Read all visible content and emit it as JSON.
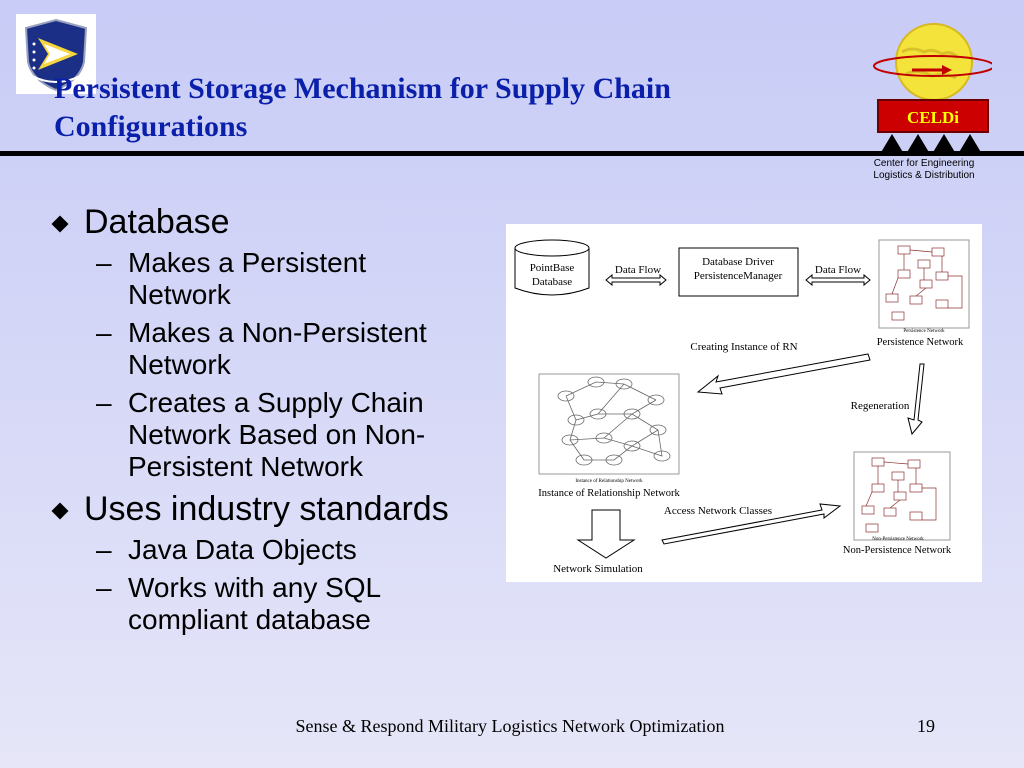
{
  "slide": {
    "title": "Persistent Storage Mechanism for Supply Chain Configurations",
    "footer": "Sense & Respond Military Logistics Network Optimization",
    "page_number": "19"
  },
  "logos": {
    "left": "AFRL shield logo",
    "right_name": "CELDi",
    "right_caption_line1": "Center for Engineering",
    "right_caption_line2": "Logistics & Distribution"
  },
  "bullets": [
    {
      "text": "Database",
      "subs": [
        "Makes a Persistent Network",
        "Makes a Non-Persistent Network",
        "Creates a Supply Chain Network Based on Non-Persistent Network"
      ]
    },
    {
      "text": "Uses industry standards",
      "subs": [
        "Java Data Objects",
        "Works with any SQL compliant database"
      ]
    }
  ],
  "diagram": {
    "db_line1": "PointBase",
    "db_line2": "Database",
    "flow_left": "Data Flow",
    "driver_line1": "Database Driver",
    "driver_line2": "PersistenceManager",
    "flow_right": "Data Flow",
    "persistence_tiny": "Persistence Network",
    "persistence_label": "Persistence Network",
    "creating_instance": "Creating Instance of RN",
    "regeneration": "Regeneration",
    "irn_tiny": "Instance of Relationship Network",
    "irn_label": "Instance of Relationship Network",
    "access_classes": "Access Network Classes",
    "nonpersist_tiny": "Non-Persistence Network",
    "nonpersist_label": "Non-Persistence Network",
    "simulation": "Network Simulation"
  },
  "colors": {
    "title": "#0a1faa",
    "celdi_red": "#cc0000",
    "celdi_text": "#ffff00",
    "globe": "#f3e33a"
  }
}
